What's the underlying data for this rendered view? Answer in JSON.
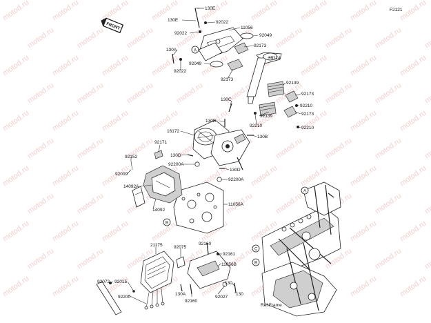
{
  "diagram": {
    "code": "F2121",
    "front_label": "FRONT",
    "frame_label": "Ref.Frame",
    "watermark": "motod.ru",
    "accent_color": "#e9a9a9",
    "callouts": [
      "A",
      "B",
      "C"
    ],
    "parts": [
      "130E",
      "92022",
      "11056",
      "92049",
      "92173",
      "39114",
      "92139",
      "92210",
      "130C",
      "130B",
      "16172",
      "92171",
      "92152",
      "92009",
      "14092A",
      "14092",
      "130D",
      "92200A",
      "11056A",
      "21175",
      "92075",
      "92160",
      "92161",
      "11056B",
      "92072",
      "92015",
      "92200",
      "92027",
      "130",
      "130A"
    ]
  }
}
